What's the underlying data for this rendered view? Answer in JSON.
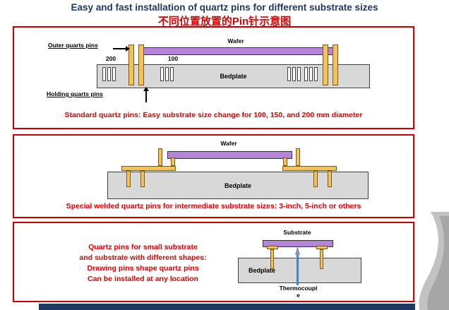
{
  "slide": {
    "title": "Easy and fast installation of quartz pins for different substrate sizes",
    "subtitle": "不同位置放置的Pin针示意图"
  },
  "panel_standard": {
    "wafer_label": "Wafer",
    "bedplate_label": "Bedplate",
    "outer_pins_label": "Outer quarts pins",
    "holding_pins_label": "Holding quarts pins",
    "dim_left": "200",
    "dim_right": "100",
    "caption": "Standard quartz pins: Easy substrate size change for 100, 150,  and 200 mm diameter"
  },
  "panel_welded": {
    "wafer_label": "Wafer",
    "bedplate_label": "Bedplate",
    "caption": "Special welded quartz pins for intermediate substrate sizes: 3-inch, 5-inch or others"
  },
  "panel_small": {
    "lines": [
      "Quartz pins for small substrate",
      "and substrate with different shapes:",
      "Drawing pins shape quartz pins",
      "Can be installed at any location"
    ],
    "substrate_label": "Substrate",
    "bedplate_label": "Bedplate",
    "thermocouple_label_line1": "Thermocoupl",
    "thermocouple_label_line2": "e"
  },
  "colors": {
    "title_blue": "#1F3864",
    "text_red": "#DE0000",
    "panel_red": "#CC0000",
    "wafer_purple": "#B584DB",
    "pin_gold": "#F2C25E",
    "pin_border": "#7A5B16",
    "bedplate_gray": "#D8D8D8",
    "thermocouple_blue": "#4E81BD",
    "footer_navy": "#203864",
    "curl_gray": "#A6A6A6"
  }
}
